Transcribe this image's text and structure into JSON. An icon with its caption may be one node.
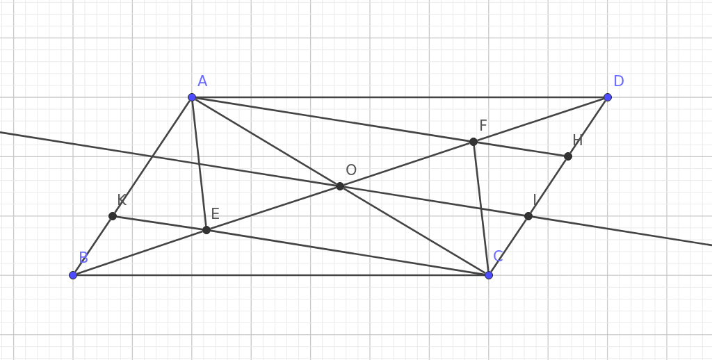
{
  "diagram": {
    "nodes": [
      {
        "text": [
          "A"
        ]
      },
      {
        "text": [
          "D"
        ]
      },
      {
        "text": [
          "F"
        ]
      },
      {
        "text": [
          "H"
        ]
      },
      {
        "text": [
          "O"
        ]
      },
      {
        "text": [
          "K"
        ]
      },
      {
        "text": [
          "I"
        ]
      },
      {
        "text": [
          "E"
        ]
      },
      {
        "text": [
          "B"
        ]
      },
      {
        "text": [
          "C"
        ]
      }
    ],
    "edges": [
      {
        "from": 0,
        "to": 1,
        "arrow": "none"
      },
      {
        "from": 8,
        "to": 9,
        "arrow": "none"
      },
      {
        "from": 0,
        "to": 5,
        "arrow": "none"
      },
      {
        "from": 5,
        "to": 8,
        "arrow": "none"
      },
      {
        "from": 1,
        "to": 3,
        "arrow": "none"
      },
      {
        "from": 3,
        "to": 6,
        "arrow": "none"
      },
      {
        "from": 6,
        "to": 9,
        "arrow": "none"
      },
      {
        "from": 0,
        "to": 4,
        "arrow": "none"
      },
      {
        "from": 4,
        "to": 9,
        "arrow": "none"
      },
      {
        "from": 8,
        "to": 7,
        "arrow": "none"
      },
      {
        "from": 7,
        "to": 4,
        "arrow": "none"
      },
      {
        "from": 4,
        "to": 2,
        "arrow": "none"
      },
      {
        "from": 2,
        "to": 1,
        "arrow": "none"
      },
      {
        "from": 0,
        "to": 2,
        "arrow": "none"
      },
      {
        "from": 2,
        "to": 3,
        "arrow": "none"
      },
      {
        "from": 5,
        "to": 7,
        "arrow": "none"
      },
      {
        "from": 7,
        "to": 9,
        "arrow": "none"
      },
      {
        "from": 0,
        "to": 7,
        "arrow": "none"
      },
      {
        "from": 2,
        "to": 9,
        "arrow": "none"
      },
      {
        "from": null,
        "to": 4,
        "arrow": "none"
      },
      {
        "from": 4,
        "to": 6,
        "arrow": "none"
      },
      {
        "from": 6,
        "to": null,
        "arrow": "none"
      }
    ]
  }
}
